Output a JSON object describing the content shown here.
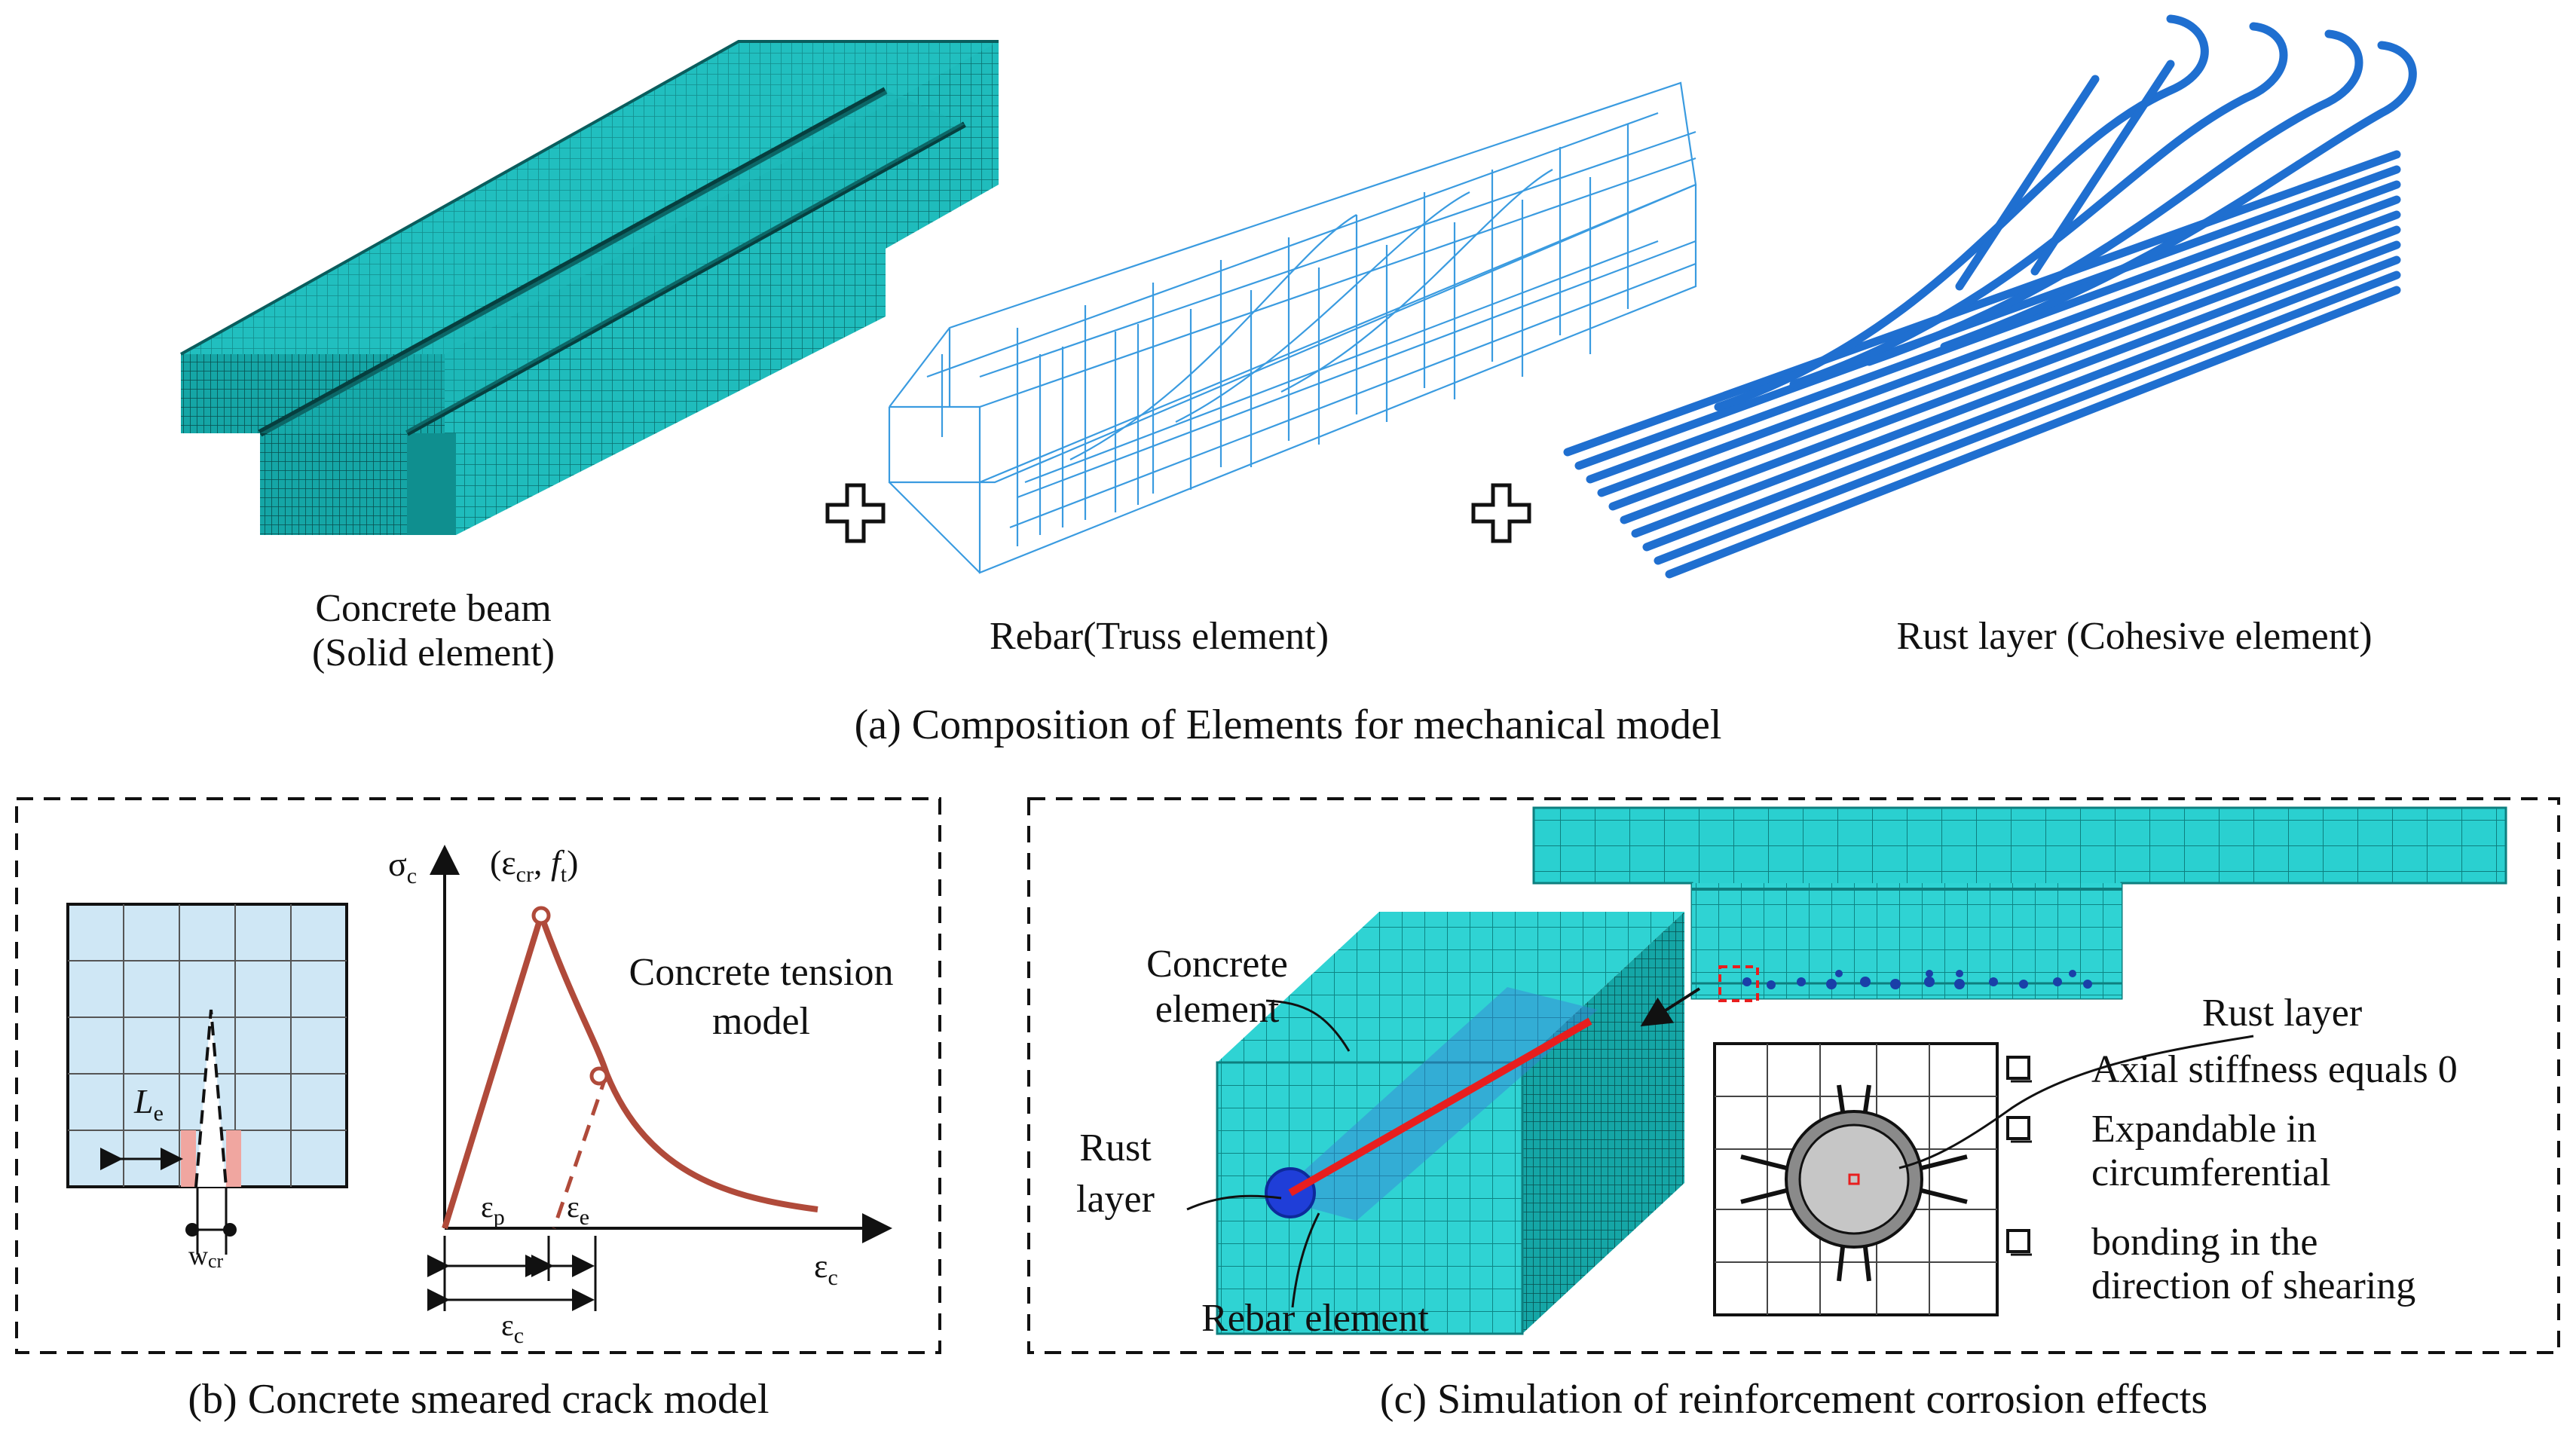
{
  "panel_a": {
    "caption": "(a) Composition of Elements for mechanical model",
    "concrete_label_1": "Concrete beam",
    "concrete_label_2": "(Solid element)",
    "rebar_label": "Rebar(Truss element)",
    "rust_label": "Rust layer (Cohesive element)"
  },
  "panel_b": {
    "caption": "(b) Concrete smeared crack model",
    "sigma_main": "σ",
    "sigma_sub": "c",
    "peak_open": "(ε",
    "peak_cr": "cr",
    "peak_comma": ", ",
    "peak_f": "f",
    "peak_t": "t",
    "peak_close": ")",
    "model_label_1": "Concrete tension",
    "model_label_2": "model",
    "le_main": "L",
    "le_sub": "e",
    "wcr_main": "w",
    "wcr_sub": "cr",
    "ep_main": "ε",
    "ep_sub": "p",
    "ee_main": "ε",
    "ee_sub": "e",
    "ec_main": "ε",
    "ec_sub": "c",
    "axis_main": "ε",
    "axis_sub": "c"
  },
  "panel_c": {
    "caption": "(c) Simulation of reinforcement corrosion effects",
    "concrete_elem_1": "Concrete",
    "concrete_elem_2": "element",
    "rust_1": "Rust",
    "rust_2": "layer",
    "rebar_elem": "Rebar element",
    "rust_title": "Rust layer",
    "bullet_1": "Axial stiffness equals 0",
    "bullet_2a": "Expandable in",
    "bullet_2b": "circumferential",
    "bullet_3a": "bonding in the",
    "bullet_3b": "direction of shearing"
  },
  "colors": {
    "mesh": "#1fbcbc",
    "truss": "#3a9be0",
    "rust": "#1f6fd0",
    "curve": "#b04a3a",
    "rebar": "#e81e1e"
  }
}
